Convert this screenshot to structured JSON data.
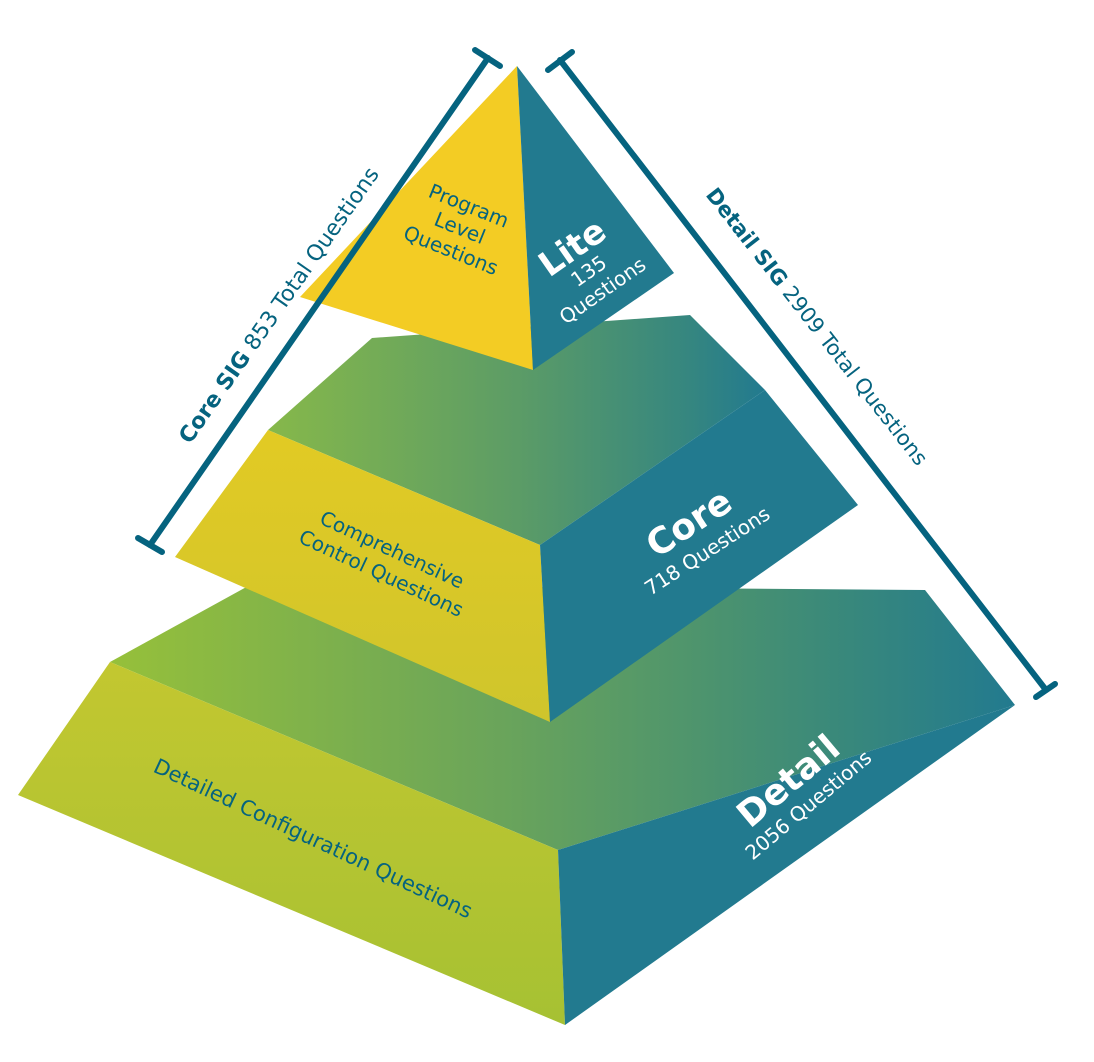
{
  "colors": {
    "yellow": "#f3cc24",
    "teal": "#227a8f",
    "bracket": "#05637f",
    "label_dark": "#05637f",
    "label_light": "#ffffff",
    "green_light": "#8fbf3c",
    "green_mid": "#5f9f62",
    "lime": "#b9c72f"
  },
  "tiers": {
    "lite": {
      "name": "Lite",
      "count": "135",
      "unit": "Questions",
      "description_lines": [
        "Program",
        "Level",
        "Questions"
      ]
    },
    "core": {
      "name": "Core",
      "count_label": "718 Questions",
      "description_lines": [
        "Comprehensive",
        "Control Questions"
      ]
    },
    "detail": {
      "name": "Detail",
      "count_label": "2056 Questions",
      "description": "Detailed Configuration Questions"
    }
  },
  "brackets": {
    "core_sig": {
      "bold": "Core SIG",
      "rest": " 853 Total Questions"
    },
    "detail_sig": {
      "bold": "Detail SIG",
      "rest": " 2909 Total Questions"
    }
  }
}
